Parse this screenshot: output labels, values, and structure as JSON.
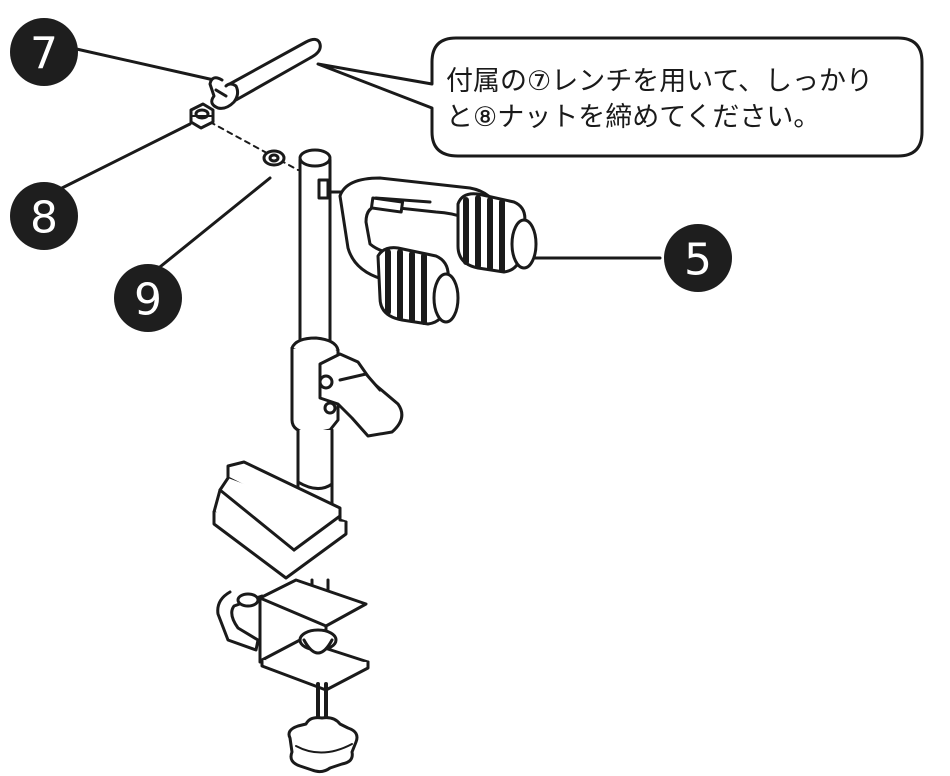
{
  "badges": {
    "wrench": "7",
    "nut": "8",
    "washer": "9",
    "holder": "5"
  },
  "callout": {
    "line1": "付属の⑦レンチを用いて、しっかり",
    "line2": "と⑧ナットを締めてください。"
  },
  "colors": {
    "ink": "#1a1a1a",
    "badge": "#1e1e1e",
    "paper": "#ffffff",
    "grip": "#1a1a1a"
  }
}
